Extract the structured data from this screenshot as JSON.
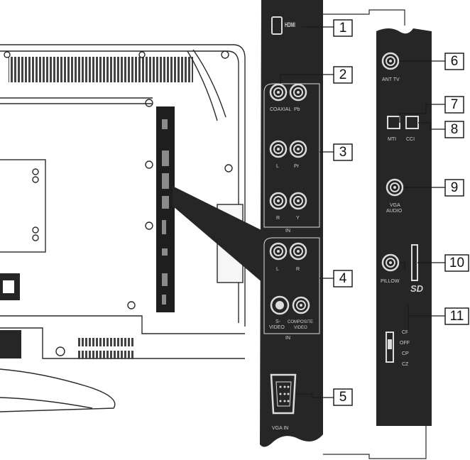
{
  "left_panel": {
    "hdmi": "HDMI",
    "coaxial": "COAXIAL",
    "pb": "Pb",
    "l": "L",
    "pr": "Pr",
    "r": "R",
    "y": "Y",
    "in": "IN",
    "s_video_1": "S-",
    "s_video_2": "VIDEO",
    "composite_1": "COMPOSITE",
    "composite_2": "VIDEO",
    "vga_in": "VGA IN"
  },
  "right_panel": {
    "ant_tv": "ANT TV",
    "mti": "MTI",
    "cci": "CCI",
    "vga_audio_1": "VGA",
    "vga_audio_2": "AUDIO",
    "pillow": "PILLOW",
    "sd_logo": "SD",
    "cr": "CR",
    "off": "OFF",
    "cp": "CP",
    "cz": "CZ"
  },
  "callouts": [
    "1",
    "2",
    "3",
    "4",
    "5",
    "6",
    "7",
    "8",
    "9",
    "10",
    "11"
  ],
  "colors": {
    "panel": "#262626",
    "label": "#cfcfcf",
    "outline": "#2a2a2a"
  }
}
